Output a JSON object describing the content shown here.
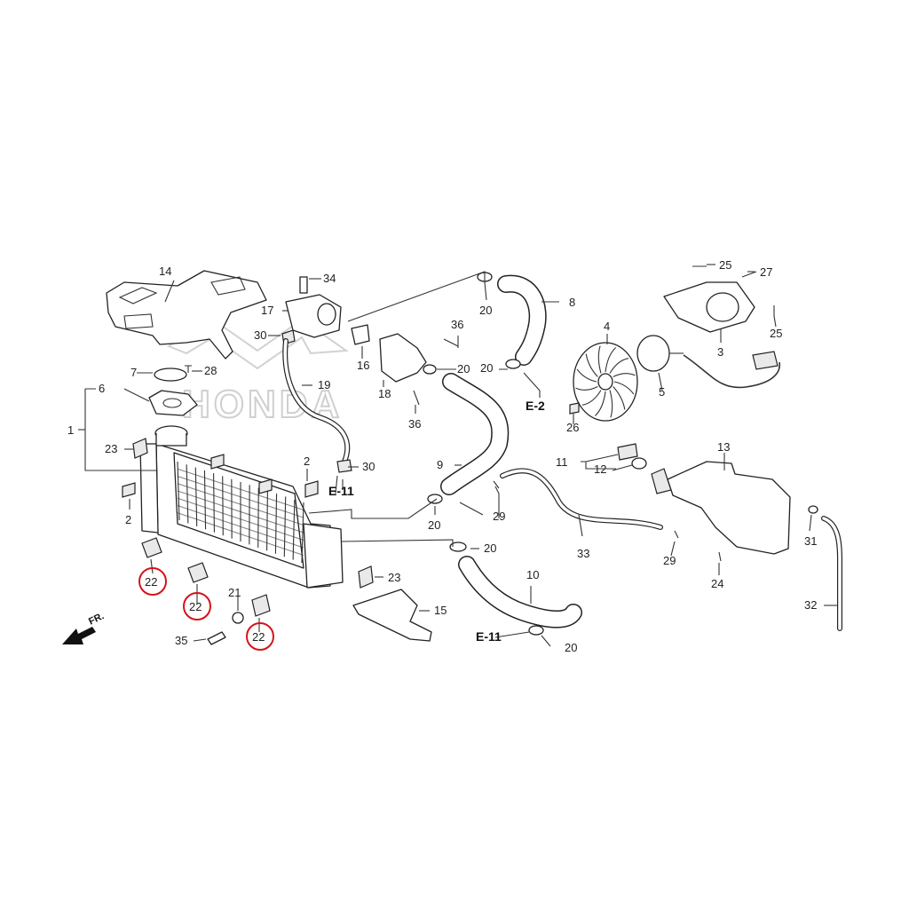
{
  "watermark": {
    "brand": "HONDA"
  },
  "front_arrow": {
    "label": "FR."
  },
  "reference_labels": [
    {
      "id": "e11-upper",
      "text": "E-11"
    },
    {
      "id": "e2",
      "text": "E-2"
    },
    {
      "id": "e11-lower",
      "text": "E-11"
    }
  ],
  "part_callouts": [
    {
      "id": "c1",
      "number": "1",
      "highlighted": false
    },
    {
      "id": "c2a",
      "number": "2",
      "highlighted": false
    },
    {
      "id": "c2b",
      "number": "2",
      "highlighted": false
    },
    {
      "id": "c3",
      "number": "3",
      "highlighted": false
    },
    {
      "id": "c4",
      "number": "4",
      "highlighted": false
    },
    {
      "id": "c5",
      "number": "5",
      "highlighted": false
    },
    {
      "id": "c6",
      "number": "6",
      "highlighted": false
    },
    {
      "id": "c7",
      "number": "7",
      "highlighted": false
    },
    {
      "id": "c8",
      "number": "8",
      "highlighted": false
    },
    {
      "id": "c9",
      "number": "9",
      "highlighted": false
    },
    {
      "id": "c10",
      "number": "10",
      "highlighted": false
    },
    {
      "id": "c11",
      "number": "11",
      "highlighted": false
    },
    {
      "id": "c12",
      "number": "12",
      "highlighted": false
    },
    {
      "id": "c13",
      "number": "13",
      "highlighted": false
    },
    {
      "id": "c14",
      "number": "14",
      "highlighted": false
    },
    {
      "id": "c15",
      "number": "15",
      "highlighted": false
    },
    {
      "id": "c16",
      "number": "16",
      "highlighted": false
    },
    {
      "id": "c17",
      "number": "17",
      "highlighted": false
    },
    {
      "id": "c18",
      "number": "18",
      "highlighted": false
    },
    {
      "id": "c19",
      "number": "19",
      "highlighted": false
    },
    {
      "id": "c20a",
      "number": "20",
      "highlighted": false
    },
    {
      "id": "c20b",
      "number": "20",
      "highlighted": false
    },
    {
      "id": "c20c",
      "number": "20",
      "highlighted": false
    },
    {
      "id": "c20d",
      "number": "20",
      "highlighted": false
    },
    {
      "id": "c20e",
      "number": "20",
      "highlighted": false
    },
    {
      "id": "c20f",
      "number": "20",
      "highlighted": false
    },
    {
      "id": "c21",
      "number": "21",
      "highlighted": false
    },
    {
      "id": "c22a",
      "number": "22",
      "highlighted": true
    },
    {
      "id": "c22b",
      "number": "22",
      "highlighted": true
    },
    {
      "id": "c22c",
      "number": "22",
      "highlighted": true
    },
    {
      "id": "c23a",
      "number": "23",
      "highlighted": false
    },
    {
      "id": "c23b",
      "number": "23",
      "highlighted": false
    },
    {
      "id": "c24",
      "number": "24",
      "highlighted": false
    },
    {
      "id": "c25a",
      "number": "25",
      "highlighted": false
    },
    {
      "id": "c25b",
      "number": "25",
      "highlighted": false
    },
    {
      "id": "c26",
      "number": "26",
      "highlighted": false
    },
    {
      "id": "c27",
      "number": "27",
      "highlighted": false
    },
    {
      "id": "c28",
      "number": "28",
      "highlighted": false
    },
    {
      "id": "c29a",
      "number": "29",
      "highlighted": false
    },
    {
      "id": "c29b",
      "number": "29",
      "highlighted": false
    },
    {
      "id": "c30a",
      "number": "30",
      "highlighted": false
    },
    {
      "id": "c30b",
      "number": "30",
      "highlighted": false
    },
    {
      "id": "c31",
      "number": "31",
      "highlighted": false
    },
    {
      "id": "c32",
      "number": "32",
      "highlighted": false
    },
    {
      "id": "c33",
      "number": "33",
      "highlighted": false
    },
    {
      "id": "c34",
      "number": "34",
      "highlighted": false
    },
    {
      "id": "c35",
      "number": "35",
      "highlighted": false
    },
    {
      "id": "c36a",
      "number": "36",
      "highlighted": false
    },
    {
      "id": "c36b",
      "number": "36",
      "highlighted": false
    }
  ],
  "colors": {
    "highlight": "#d6121a",
    "line": "#222222",
    "watermark": "#cfcfcf"
  }
}
